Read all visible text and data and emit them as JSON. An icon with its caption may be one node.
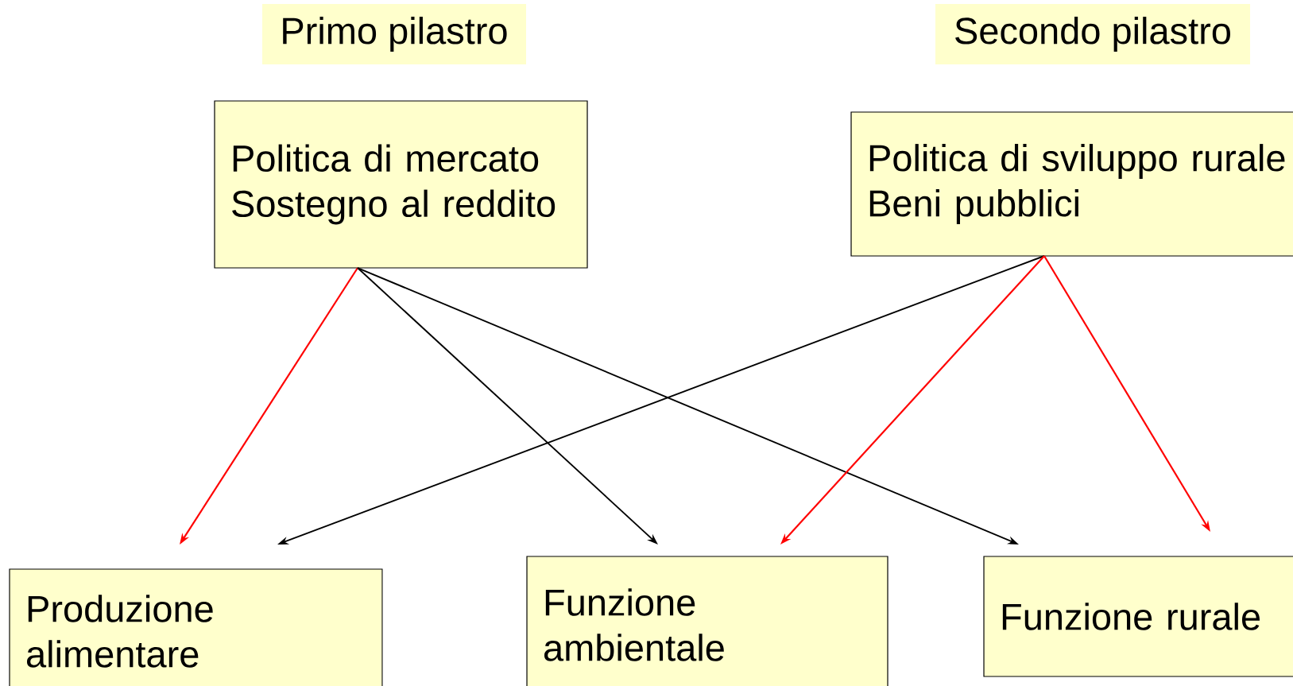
{
  "diagram": {
    "nodes": [
      {
        "text": [
          "Primo pilastro"
        ]
      },
      {
        "text": [
          "Secondo pilastro"
        ]
      },
      {
        "text": [
          "Politica di mercato",
          "Sostegno al reddito"
        ]
      },
      {
        "text": [
          "Politica di sviluppo rurale",
          "Beni pubblici"
        ]
      },
      {
        "text": [
          "Produzione alimentare"
        ]
      },
      {
        "text": [
          "Funzione ambientale"
        ]
      },
      {
        "text": [
          "Funzione rurale"
        ]
      }
    ],
    "edges": [
      {
        "from": 2,
        "to": 4,
        "arrow": "to",
        "color": "#ff0000"
      },
      {
        "from": 2,
        "to": 5,
        "arrow": "to",
        "color": "#000000"
      },
      {
        "from": 2,
        "to": 6,
        "arrow": "to",
        "color": "#000000"
      },
      {
        "from": 3,
        "to": 4,
        "arrow": "to",
        "color": "#000000"
      },
      {
        "from": 3,
        "to": 5,
        "arrow": "to",
        "color": "#ff0000"
      },
      {
        "from": 3,
        "to": 6,
        "arrow": "to",
        "color": "#ff0000"
      }
    ]
  }
}
